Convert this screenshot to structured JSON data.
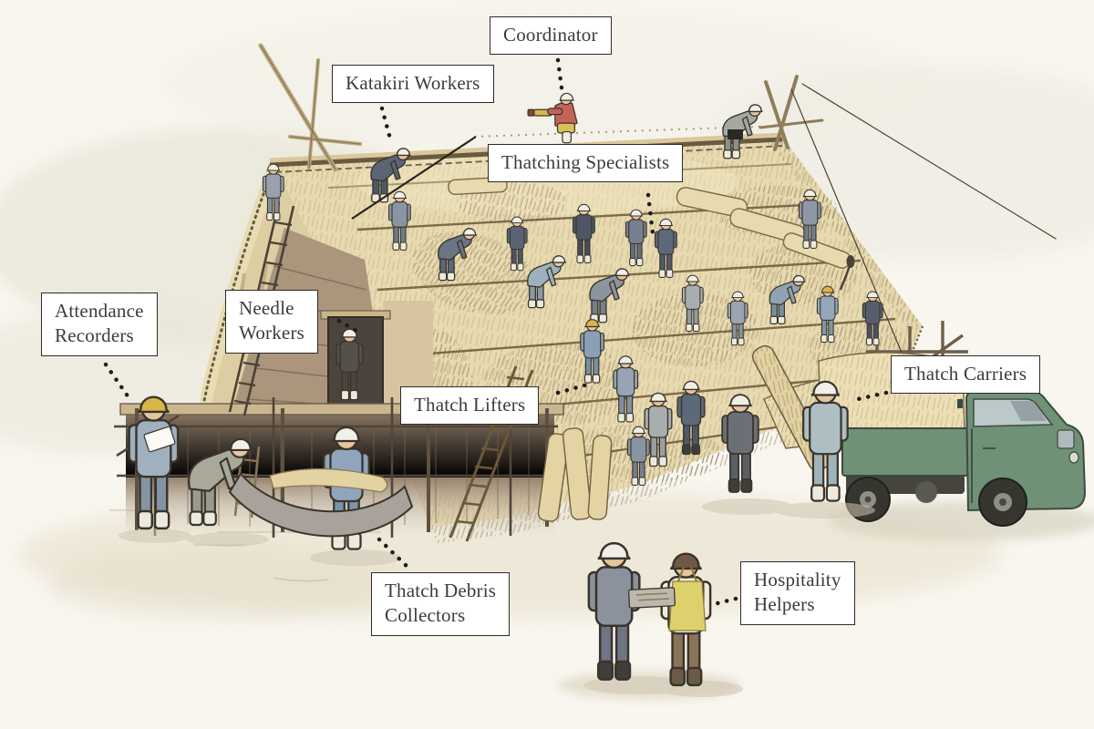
{
  "diagram": {
    "labels": {
      "coordinator": "Coordinator",
      "katakiri_workers": "Katakiri Workers",
      "thatching_specialists": "Thatching Specialists",
      "attendance_recorders": "Attendance\nRecorders",
      "needle_workers": "Needle\nWorkers",
      "thatch_lifters": "Thatch Lifters",
      "thatch_carriers": "Thatch Carriers",
      "thatch_debris_collectors": "Thatch Debris\nCollectors",
      "hospitality_helpers": "Hospitality\nHelpers"
    },
    "style": {
      "label_background": "#ffffff",
      "label_border_color": "#2e2c29",
      "label_text_color": "#3e3c38",
      "leader_dot_color": "#1e1c19",
      "paper_color": "#f8f6ef",
      "thatch_color": "#e8dab0",
      "gable_thatch_color": "#ddcda3",
      "roof_deck_color": "#ab957d",
      "wall_color": "#8e7b68",
      "truck_color": "#6f9175",
      "coordinator_jacket_color": "#c4635a",
      "helmet_yellow": "#d9b54a",
      "helmet_white": "#f0efe8"
    }
  }
}
